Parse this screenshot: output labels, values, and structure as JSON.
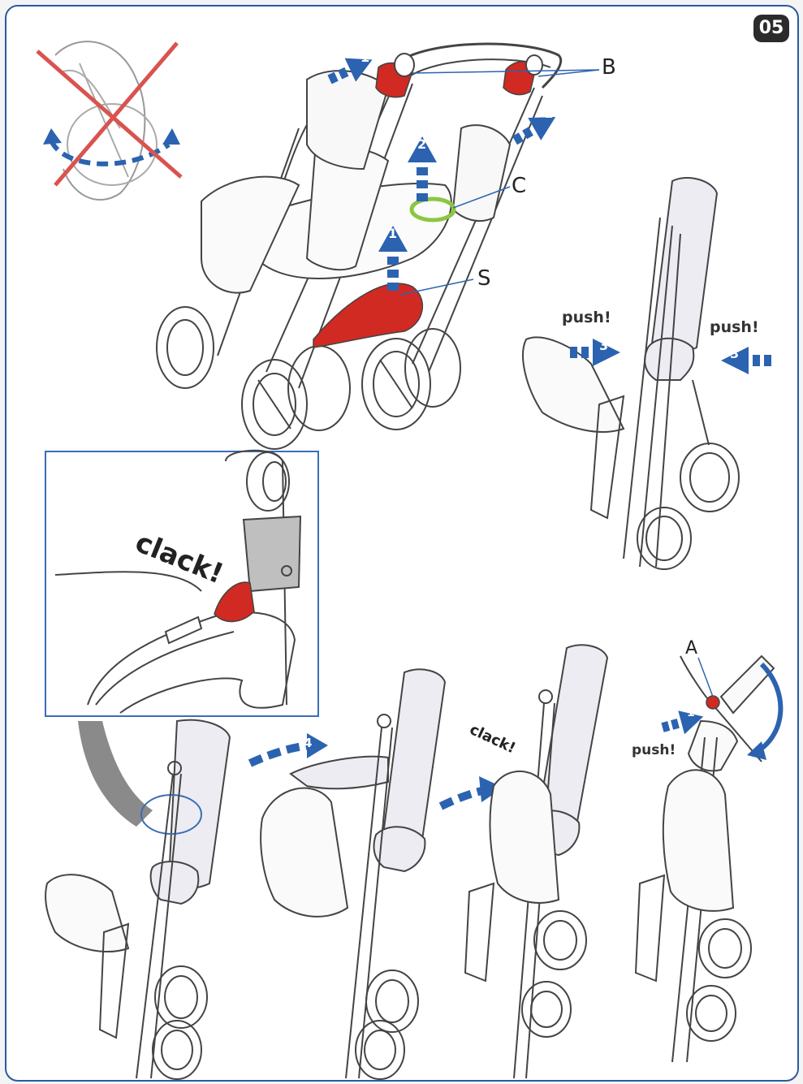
{
  "page_number": "05",
  "labels": {
    "B": "B",
    "C": "C",
    "S": "S",
    "A": "A"
  },
  "steps": {
    "one": "1",
    "two": "2",
    "three": "3",
    "four": "4"
  },
  "captions": {
    "push": "push!",
    "clack": "clack!"
  },
  "colors": {
    "accent_blue": "#2b63b0",
    "handle_red": "#d02a23",
    "ring_green": "#8cc63f",
    "frame_border": "#2b5aa0",
    "cross_red": "#d9534f"
  },
  "icons": [
    "blue-step-arrow-icon",
    "curved-arrow-icon",
    "red-cross-icon",
    "locking-ring-icon"
  ]
}
